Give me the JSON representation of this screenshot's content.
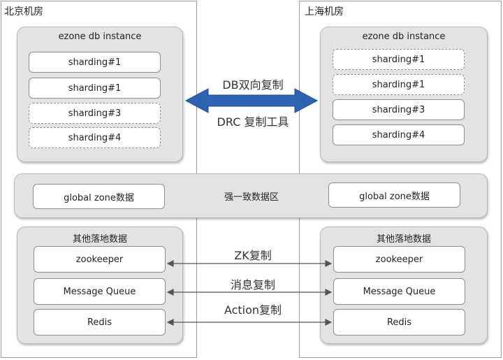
{
  "datacenters": {
    "left": {
      "title": "北京机房"
    },
    "right": {
      "title": "上海机房"
    }
  },
  "db_instance": {
    "title": "ezone db instance",
    "left_shards": [
      "sharding#1",
      "sharding#1",
      "sharding#3",
      "sharding#4"
    ],
    "right_shards": [
      "sharding#1",
      "sharding#1",
      "sharding#3",
      "sharding#4"
    ]
  },
  "replication": {
    "db_label": "DB双向复制",
    "tool_label": "DRC 复制工具",
    "arrow_color": "#2d63b3"
  },
  "global_zone": {
    "center_label": "强一致数据区",
    "left_box": "global zone数据",
    "right_box": "global zone数据"
  },
  "other_data": {
    "title": "其他落地数据",
    "left_items": [
      "zookeeper",
      "Message Queue",
      "Redis"
    ],
    "right_items": [
      "zookeeper",
      "Message Queue",
      "Redis"
    ],
    "links": [
      "ZK复制",
      "消息复制",
      "Action复制"
    ]
  }
}
